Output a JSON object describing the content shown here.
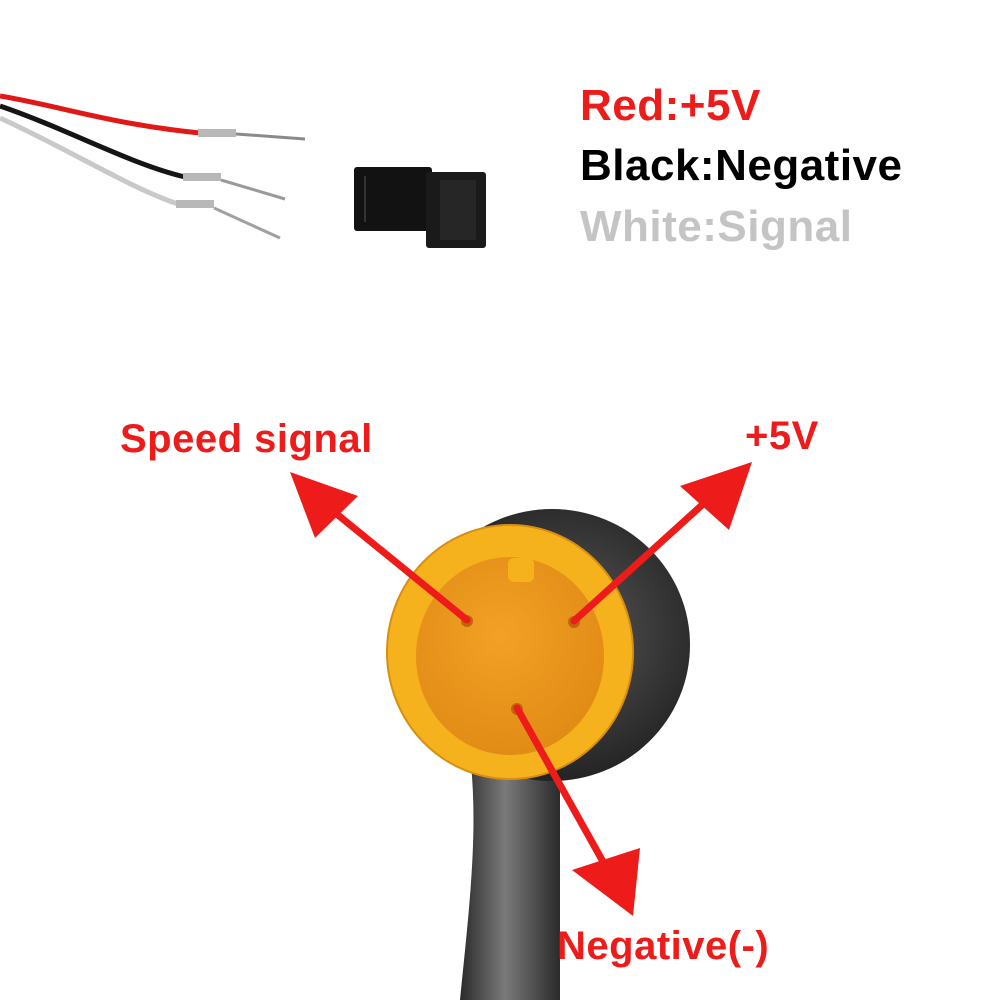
{
  "legend": {
    "red": {
      "name": "Red:",
      "value": "+5V"
    },
    "black": {
      "name": "Black:",
      "value": "Negative"
    },
    "white": {
      "name": "White:",
      "value": "Signal"
    }
  },
  "callouts": {
    "speed_signal": "Speed signal",
    "plus_5v": "+5V",
    "negative": "Negative(-)"
  },
  "colors": {
    "label_red": "#ee1b1b",
    "label_black": "#000000",
    "label_white": "#c4c4c4",
    "arrow": "#ee1b1b",
    "connector_yellow": "#f6b21c",
    "connector_orange": "#f0a21e",
    "cable": "#3a3a3a"
  }
}
